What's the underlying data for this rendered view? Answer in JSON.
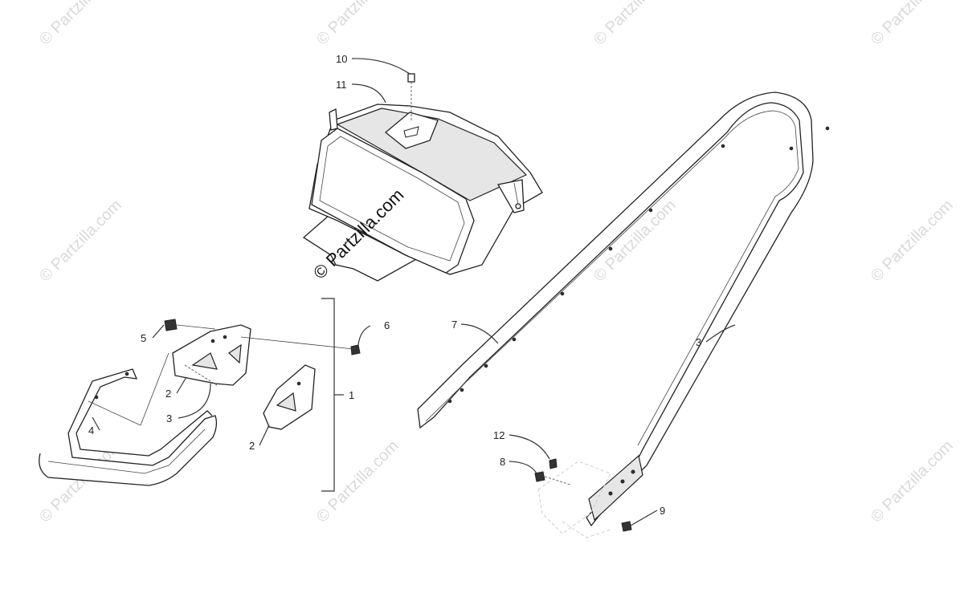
{
  "watermark": {
    "text": "© Partzilla.com",
    "main_text": "© Partzilla.com"
  },
  "callouts": {
    "c1": "1",
    "c2a": "2",
    "c2b": "2",
    "c3a": "3",
    "c3b": "3",
    "c4": "4",
    "c5": "5",
    "c6": "6",
    "c7": "7",
    "c8": "8",
    "c9": "9",
    "c10": "10",
    "c11": "11",
    "c12": "12"
  }
}
